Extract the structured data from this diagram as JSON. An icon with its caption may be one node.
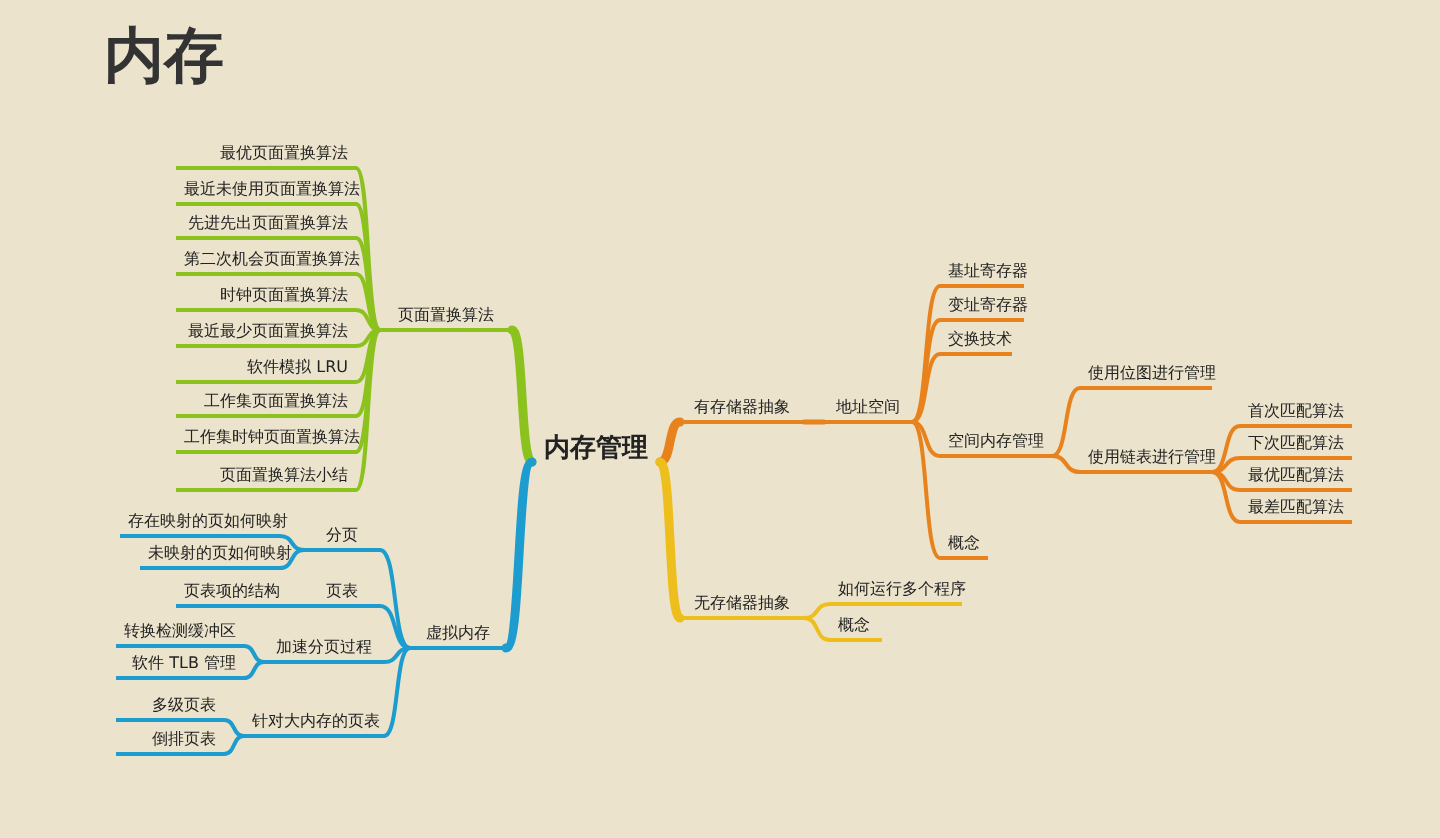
{
  "diagram": {
    "title": "内存",
    "nodes": [
      {
        "text": [
          "内存管理"
        ]
      },
      {
        "text": [
          "页面置换算法"
        ]
      },
      {
        "text": [
          "最优页面置换算法"
        ]
      },
      {
        "text": [
          "最近未使用页面置换算法"
        ]
      },
      {
        "text": [
          "先进先出页面置换算法"
        ]
      },
      {
        "text": [
          "第二次机会页面置换算法"
        ]
      },
      {
        "text": [
          "时钟页面置换算法"
        ]
      },
      {
        "text": [
          "最近最少页面置换算法"
        ]
      },
      {
        "text": [
          "软件模拟 LRU"
        ]
      },
      {
        "text": [
          "工作集页面置换算法"
        ]
      },
      {
        "text": [
          "工作集时钟页面置换算法"
        ]
      },
      {
        "text": [
          "页面置换算法小结"
        ]
      },
      {
        "text": [
          "虚拟内存"
        ]
      },
      {
        "text": [
          "分页"
        ]
      },
      {
        "text": [
          "存在映射的页如何映射"
        ]
      },
      {
        "text": [
          "未映射的页如何映射"
        ]
      },
      {
        "text": [
          "页表"
        ]
      },
      {
        "text": [
          "页表项的结构"
        ]
      },
      {
        "text": [
          "加速分页过程"
        ]
      },
      {
        "text": [
          "转换检测缓冲区"
        ]
      },
      {
        "text": [
          "软件 TLB 管理"
        ]
      },
      {
        "text": [
          "针对大内存的页表"
        ]
      },
      {
        "text": [
          "多级页表"
        ]
      },
      {
        "text": [
          "倒排页表"
        ]
      },
      {
        "text": [
          "有存储器抽象"
        ]
      },
      {
        "text": [
          "地址空间"
        ]
      },
      {
        "text": [
          "基址寄存器"
        ]
      },
      {
        "text": [
          "变址寄存器"
        ]
      },
      {
        "text": [
          "交换技术"
        ]
      },
      {
        "text": [
          "空间内存管理"
        ]
      },
      {
        "text": [
          "使用位图进行管理"
        ]
      },
      {
        "text": [
          "使用链表进行管理"
        ]
      },
      {
        "text": [
          "首次匹配算法"
        ]
      },
      {
        "text": [
          "下次匹配算法"
        ]
      },
      {
        "text": [
          "最优匹配算法"
        ]
      },
      {
        "text": [
          "最差匹配算法"
        ]
      },
      {
        "text": [
          "概念"
        ]
      },
      {
        "text": [
          "无存储器抽象"
        ]
      },
      {
        "text": [
          "如何运行多个程序"
        ]
      },
      {
        "text": [
          "概念"
        ]
      }
    ],
    "edges": [
      {
        "from": 0,
        "to": 1,
        "arrow": "none",
        "style": "thick",
        "color": "#8cc21e"
      },
      {
        "from": 1,
        "to": 2,
        "arrow": "none",
        "color": "#8cc21e"
      },
      {
        "from": 1,
        "to": 3,
        "arrow": "none",
        "color": "#8cc21e"
      },
      {
        "from": 1,
        "to": 4,
        "arrow": "none",
        "color": "#8cc21e"
      },
      {
        "from": 1,
        "to": 5,
        "arrow": "none",
        "color": "#8cc21e"
      },
      {
        "from": 1,
        "to": 6,
        "arrow": "none",
        "color": "#8cc21e"
      },
      {
        "from": 1,
        "to": 7,
        "arrow": "none",
        "color": "#8cc21e"
      },
      {
        "from": 1,
        "to": 8,
        "arrow": "none",
        "color": "#8cc21e"
      },
      {
        "from": 1,
        "to": 9,
        "arrow": "none",
        "color": "#8cc21e"
      },
      {
        "from": 1,
        "to": 10,
        "arrow": "none",
        "color": "#8cc21e"
      },
      {
        "from": 1,
        "to": 11,
        "arrow": "none",
        "color": "#8cc21e"
      },
      {
        "from": 0,
        "to": 12,
        "arrow": "none",
        "style": "thick",
        "color": "#1c9ccf"
      },
      {
        "from": 12,
        "to": 13,
        "arrow": "none",
        "color": "#1c9ccf"
      },
      {
        "from": 13,
        "to": 14,
        "arrow": "none",
        "color": "#1c9ccf"
      },
      {
        "from": 13,
        "to": 15,
        "arrow": "none",
        "color": "#1c9ccf"
      },
      {
        "from": 12,
        "to": 16,
        "arrow": "none",
        "color": "#1c9ccf"
      },
      {
        "from": 16,
        "to": 17,
        "arrow": "none",
        "color": "#1c9ccf"
      },
      {
        "from": 12,
        "to": 18,
        "arrow": "none",
        "color": "#1c9ccf"
      },
      {
        "from": 18,
        "to": 19,
        "arrow": "none",
        "color": "#1c9ccf"
      },
      {
        "from": 18,
        "to": 20,
        "arrow": "none",
        "color": "#1c9ccf"
      },
      {
        "from": 12,
        "to": 21,
        "arrow": "none",
        "color": "#1c9ccf"
      },
      {
        "from": 21,
        "to": 22,
        "arrow": "none",
        "color": "#1c9ccf"
      },
      {
        "from": 21,
        "to": 23,
        "arrow": "none",
        "color": "#1c9ccf"
      },
      {
        "from": 0,
        "to": 24,
        "arrow": "none",
        "style": "thick",
        "color": "#e8821c"
      },
      {
        "from": 24,
        "to": 25,
        "arrow": "none",
        "color": "#e8821c"
      },
      {
        "from": 25,
        "to": 26,
        "arrow": "none",
        "color": "#e8821c"
      },
      {
        "from": 25,
        "to": 27,
        "arrow": "none",
        "color": "#e8821c"
      },
      {
        "from": 25,
        "to": 28,
        "arrow": "none",
        "color": "#e8821c"
      },
      {
        "from": 25,
        "to": 29,
        "arrow": "none",
        "color": "#e8821c"
      },
      {
        "from": 29,
        "to": 30,
        "arrow": "none",
        "color": "#e8821c"
      },
      {
        "from": 29,
        "to": 31,
        "arrow": "none",
        "color": "#e8821c"
      },
      {
        "from": 31,
        "to": 32,
        "arrow": "none",
        "color": "#e8821c"
      },
      {
        "from": 31,
        "to": 33,
        "arrow": "none",
        "color": "#e8821c"
      },
      {
        "from": 31,
        "to": 34,
        "arrow": "none",
        "color": "#e8821c"
      },
      {
        "from": 31,
        "to": 35,
        "arrow": "none",
        "color": "#e8821c"
      },
      {
        "from": 25,
        "to": 36,
        "arrow": "none",
        "color": "#e8821c"
      },
      {
        "from": 0,
        "to": 37,
        "arrow": "none",
        "style": "thick",
        "color": "#eebf1c"
      },
      {
        "from": 37,
        "to": 38,
        "arrow": "none",
        "color": "#eebf1c"
      },
      {
        "from": 37,
        "to": 39,
        "arrow": "none",
        "color": "#eebf1c"
      }
    ]
  }
}
